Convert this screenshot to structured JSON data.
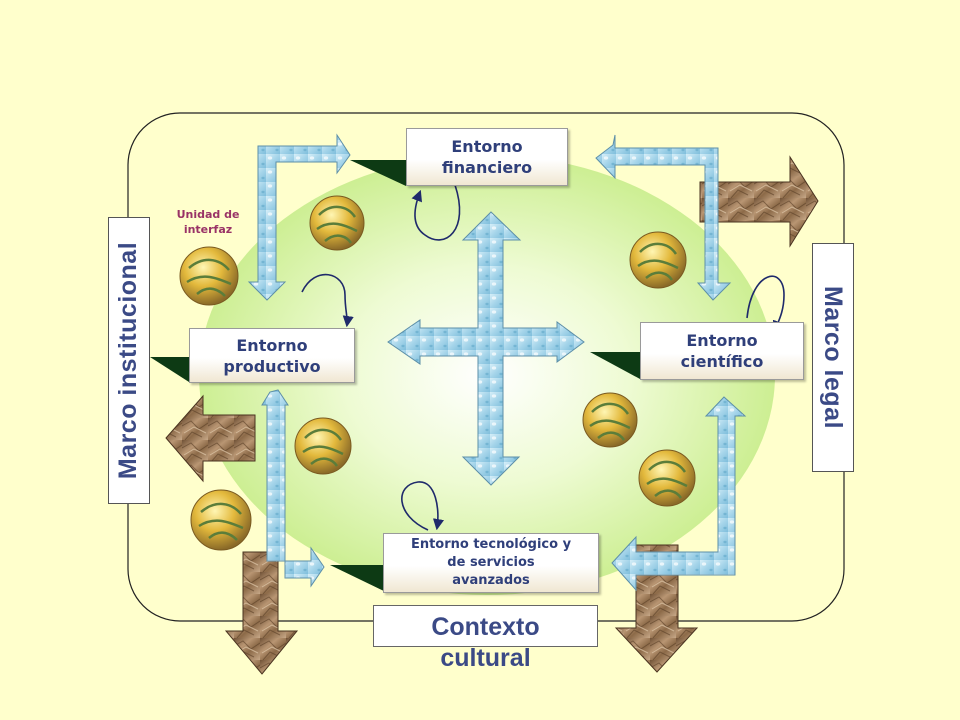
{
  "nodes": {
    "financiero": [
      "Entorno",
      "financiero"
    ],
    "productivo": [
      "Entorno",
      "productivo"
    ],
    "cientifico": [
      "Entorno",
      "científico"
    ],
    "tecnologico": [
      "Entorno tecnológico y",
      "de servicios",
      "avanzados"
    ]
  },
  "frames": {
    "institucional": "Marco institucional",
    "legal": "Marco legal",
    "contexto": [
      "Contexto",
      "cultural"
    ]
  },
  "unidad_interfaz": [
    "Unidad de",
    "interfaz"
  ],
  "colors": {
    "background": "#ffffcc",
    "ellipse": "#ccf08a",
    "water_arrow": "#a9d8ee",
    "paper_arrow": "#9c7a55",
    "text": "#2f3f7a",
    "interface_label": "#993366",
    "loop_arrow": "#1f2a6b"
  },
  "icons": [
    "water-arrow",
    "paper-arrow",
    "interface-sphere-icon",
    "loop-arrow"
  ]
}
